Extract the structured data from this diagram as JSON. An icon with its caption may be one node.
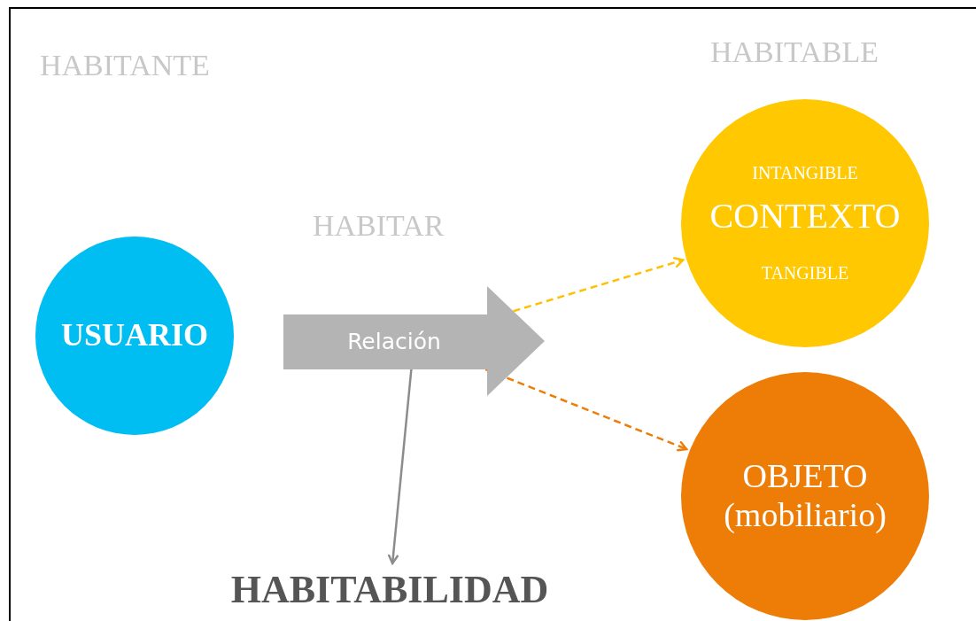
{
  "diagram": {
    "nodes": [
      {
        "text": [
          "USUARIO"
        ]
      },
      {
        "text": [
          "Relación"
        ]
      },
      {
        "text": [
          "INTANGIBLE",
          "CONTEXTO",
          "TANGIBLE"
        ]
      },
      {
        "text": [
          "OBJETO (mobiliario)"
        ]
      },
      {
        "text": [
          "HABITABILIDAD"
        ]
      }
    ],
    "edges": [
      {
        "from": 1,
        "to": 2,
        "arrow": "to",
        "style": "dashed",
        "color": "#ffc000"
      },
      {
        "from": 1,
        "to": 3,
        "arrow": "to",
        "style": "dashed",
        "color": "#ed7d07"
      },
      {
        "from": 1,
        "to": 4,
        "arrow": "to",
        "color": "#8c8c8c"
      }
    ],
    "labels": [
      "HABITANTE",
      "HABITABLE",
      "HABITAR"
    ]
  }
}
